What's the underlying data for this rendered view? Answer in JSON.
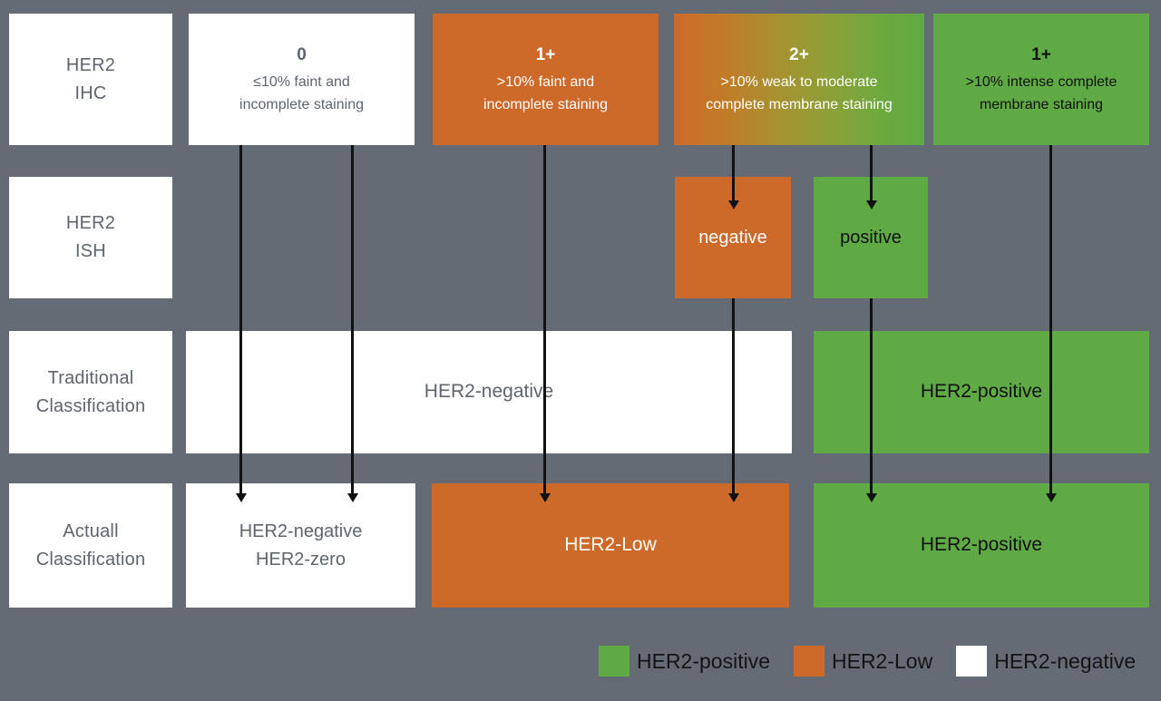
{
  "colors": {
    "background": "#646b75",
    "positive": "#5faa45",
    "low": "#cd6a2a",
    "negative": "#ffffff",
    "connector": "#111111",
    "label_text": "#6a7079"
  },
  "rows": [
    {
      "id": "her2-ihc",
      "label_line1": "HER2",
      "label_line2": "IHC"
    },
    {
      "id": "her2-ish",
      "label_line1": "HER2",
      "label_line2": "ISH"
    },
    {
      "id": "traditional",
      "label_line1": "Traditional",
      "label_line2": "Classification"
    },
    {
      "id": "actual",
      "label_line1": "Actuall",
      "label_line2": "Classification"
    }
  ],
  "ihc": [
    {
      "score": "0",
      "desc_line1": "≤10% faint and",
      "desc_line2": "incomplete staining",
      "style": "negative"
    },
    {
      "score": "1+",
      "desc_line1": ">10% faint and",
      "desc_line2": "incomplete staining",
      "style": "low"
    },
    {
      "score": "2+",
      "desc_line1": ">10% weak to moderate",
      "desc_line2": "complete membrane staining",
      "style": "equivocal"
    },
    {
      "score": "1+",
      "desc_line1": ">10% intense complete",
      "desc_line2": "membrane staining",
      "style": "positive"
    }
  ],
  "ish": [
    {
      "label": "negative",
      "style": "low"
    },
    {
      "label": "positive",
      "style": "positive"
    }
  ],
  "traditional": [
    {
      "label": "HER2-negative",
      "style": "negative"
    },
    {
      "label": "HER2-positive",
      "style": "positive"
    }
  ],
  "actual": [
    {
      "line1": "HER2-negative",
      "line2": "HER2-zero",
      "style": "negative"
    },
    {
      "line1": "HER2-Low",
      "line2": "",
      "style": "low"
    },
    {
      "line1": "HER2-positive",
      "line2": "",
      "style": "positive"
    }
  ],
  "legend": [
    {
      "label": "HER2-positive",
      "color": "#5faa45",
      "swatch": "green-swatch"
    },
    {
      "label": "HER2-Low",
      "color": "#cd6a2a",
      "swatch": "orange-swatch"
    },
    {
      "label": "HER2-negative",
      "color": "#ffffff",
      "swatch": "white-swatch"
    }
  ]
}
